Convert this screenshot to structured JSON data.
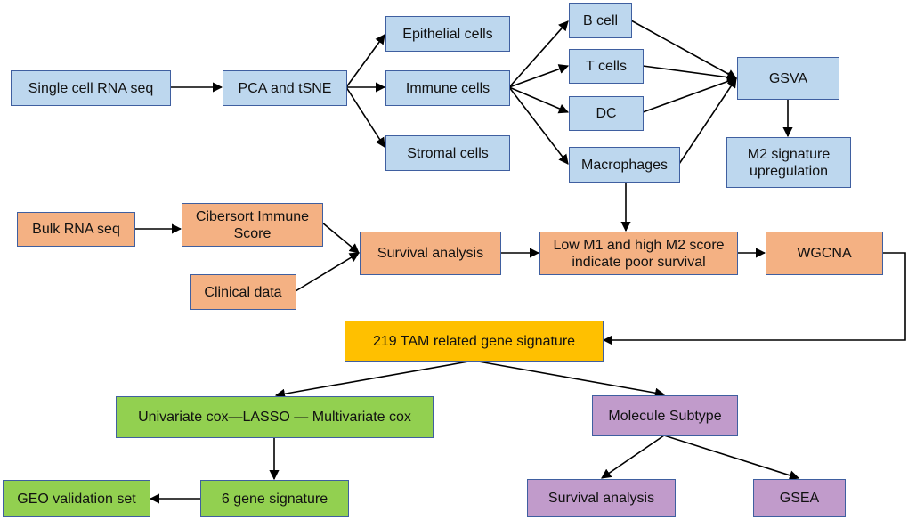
{
  "diagram": {
    "type": "flowchart",
    "colors": {
      "single_cell": "#bdd7ee",
      "bulk": "#f4b183",
      "signature": "#ffc000",
      "model": "#92d050",
      "subtype": "#c19bcb",
      "border": "#3f5fa0"
    },
    "nodes": {
      "single_cell_rna_seq": "Single cell RNA seq",
      "pca_tsne": "PCA and tSNE",
      "epithelial": "Epithelial cells",
      "immune": "Immune cells",
      "stromal": "Stromal cells",
      "b_cell": "B cell",
      "t_cells": "T cells",
      "dc": "DC",
      "macrophages": "Macrophages",
      "gsva": "GSVA",
      "m2_upregulation": "M2 signature upregulation",
      "bulk_rna_seq": "Bulk RNA seq",
      "cibersort": "Cibersort Immune Score",
      "clinical": "Clinical data",
      "survival_analysis": "Survival analysis",
      "low_m1_high_m2": "Low M1 and high M2 score indicate poor survival",
      "wgcna": "WGCNA",
      "tam_signature": "219 TAM related gene signature",
      "cox_lasso": "Univariate cox—LASSO — Multivariate cox",
      "molecule_subtype": "Molecule Subtype",
      "six_gene": "6 gene signature",
      "geo_validation": "GEO validation set",
      "subtype_survival": "Survival analysis",
      "gsea": "GSEA"
    },
    "edges": [
      [
        "single_cell_rna_seq",
        "pca_tsne"
      ],
      [
        "pca_tsne",
        "epithelial"
      ],
      [
        "pca_tsne",
        "immune"
      ],
      [
        "pca_tsne",
        "stromal"
      ],
      [
        "immune",
        "b_cell"
      ],
      [
        "immune",
        "t_cells"
      ],
      [
        "immune",
        "dc"
      ],
      [
        "immune",
        "macrophages"
      ],
      [
        "b_cell",
        "gsva"
      ],
      [
        "t_cells",
        "gsva"
      ],
      [
        "dc",
        "gsva"
      ],
      [
        "macrophages",
        "gsva"
      ],
      [
        "gsva",
        "m2_upregulation"
      ],
      [
        "macrophages",
        "low_m1_high_m2"
      ],
      [
        "bulk_rna_seq",
        "cibersort"
      ],
      [
        "cibersort",
        "survival_analysis"
      ],
      [
        "clinical",
        "survival_analysis"
      ],
      [
        "survival_analysis",
        "low_m1_high_m2"
      ],
      [
        "low_m1_high_m2",
        "wgcna"
      ],
      [
        "wgcna",
        "tam_signature"
      ],
      [
        "tam_signature",
        "cox_lasso"
      ],
      [
        "tam_signature",
        "molecule_subtype"
      ],
      [
        "cox_lasso",
        "six_gene"
      ],
      [
        "six_gene",
        "geo_validation"
      ],
      [
        "molecule_subtype",
        "subtype_survival"
      ],
      [
        "molecule_subtype",
        "gsea"
      ]
    ]
  }
}
